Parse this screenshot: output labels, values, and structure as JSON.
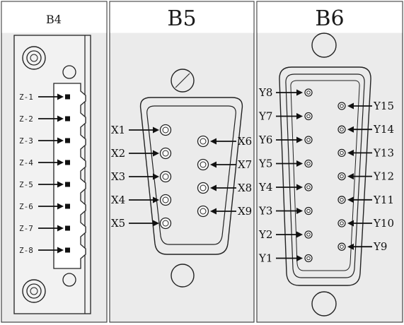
{
  "panels": {
    "b4": {
      "title": "B4",
      "pins": [
        "Z-1",
        "Z-2",
        "Z-3",
        "Z-4",
        "Z-5",
        "Z-6",
        "Z-7",
        "Z-8"
      ]
    },
    "b5": {
      "title": "B5",
      "left_pins": [
        "X1",
        "X2",
        "X3",
        "X4",
        "X5"
      ],
      "right_pins": [
        "X6",
        "X7",
        "X8",
        "X9"
      ]
    },
    "b6": {
      "title": "B6",
      "left_pins": [
        "Y8",
        "Y7",
        "Y6",
        "Y5",
        "Y4",
        "Y3",
        "Y2",
        "Y1"
      ],
      "right_pins": [
        "Y15",
        "Y14",
        "Y13",
        "Y12",
        "Y11",
        "Y10",
        "Y9"
      ]
    }
  },
  "colors": {
    "panel_bg": "#ebebeb",
    "header_bg": "#ffffff",
    "stroke": "#222222"
  }
}
